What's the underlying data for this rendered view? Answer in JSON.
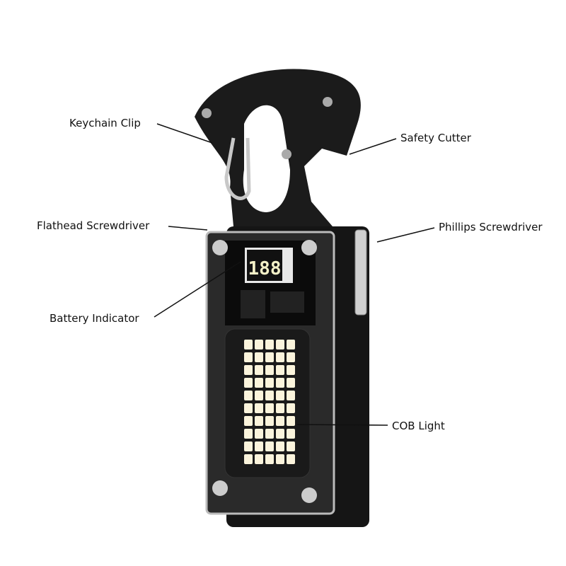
{
  "labels": {
    "keychain_clip": "Keychain Clip",
    "safety_cutter": "Safety Cutter",
    "flathead_screwdriver": "Flathead Screwdriver",
    "phillips_screwdriver": "Phillips Screwdriver",
    "battery_indicator": "Battery Indicator",
    "cob_light": "COB Light"
  },
  "device": {
    "display_value": "188",
    "display_color": "#f4f1c8",
    "body_color": "#111111",
    "led_color": "#fbf4dc"
  }
}
